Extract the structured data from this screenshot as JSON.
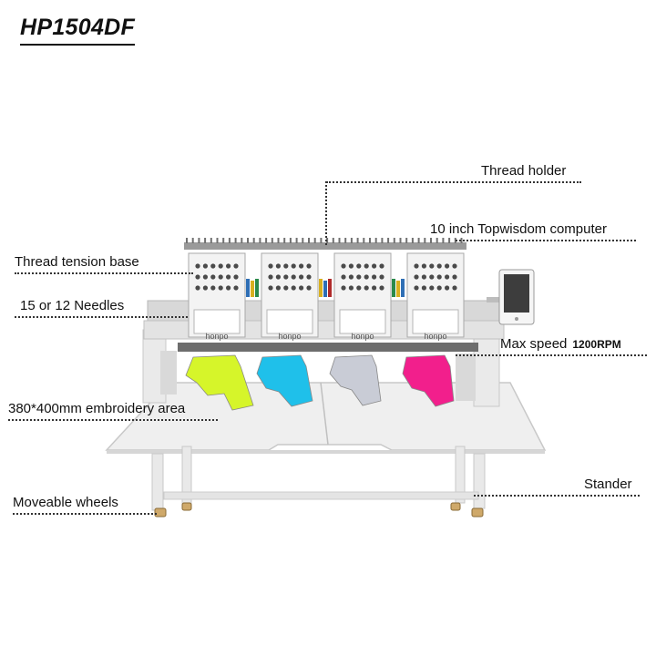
{
  "title": "HP1504DF",
  "labels": {
    "thread_holder": "Thread holder",
    "computer": "10 inch Topwisdom computer",
    "tension_base": "Thread tension base",
    "needles": "15 or 12 Needles",
    "max_speed": "Max speed",
    "max_speed_value": "1200RPM",
    "embroidery_area": "380*400mm embroidery area",
    "stander": "Stander",
    "wheels": "Moveable wheels"
  },
  "brand": "honpo",
  "colors": {
    "shirt_1": "#d6f52a",
    "shirt_2": "#1fc0ea",
    "shirt_3": "#c9ccd6",
    "shirt_4": "#f21f8c",
    "table": "#efefef",
    "frame": "#e4e4e4"
  }
}
